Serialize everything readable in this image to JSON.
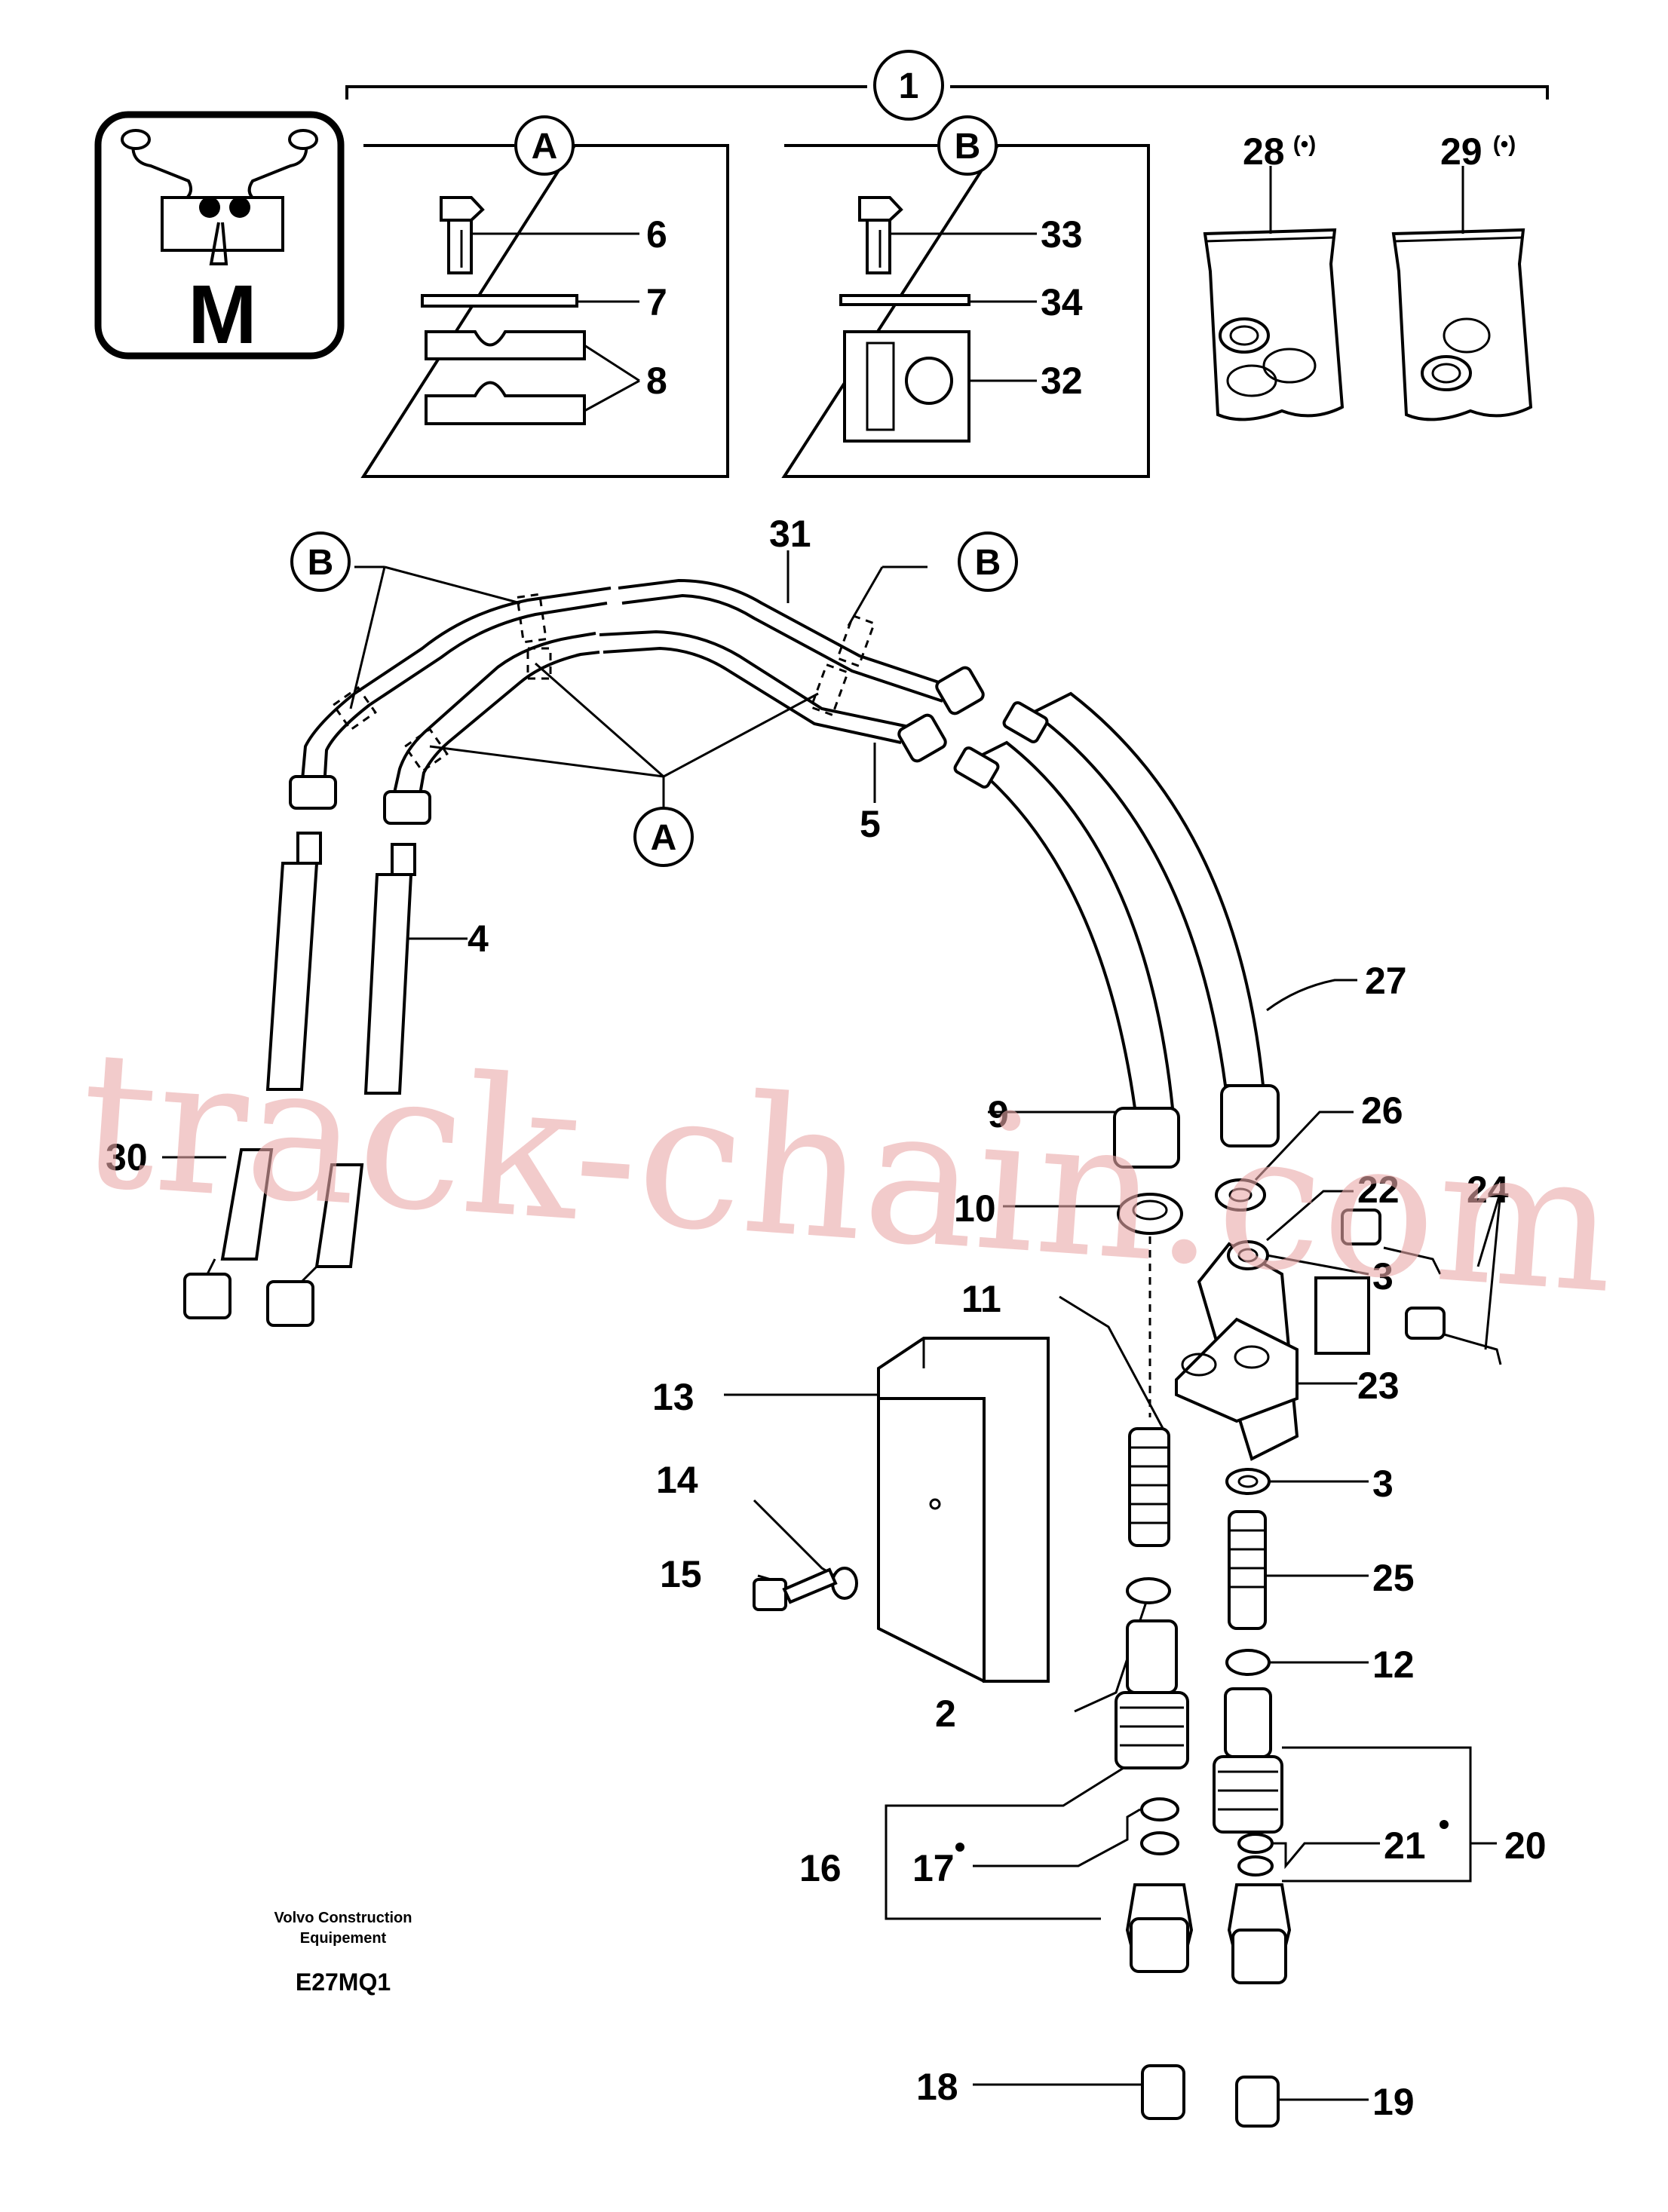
{
  "symbol_letter": "M",
  "group_labels": {
    "one": "1",
    "a": "A",
    "b": "B"
  },
  "callouts": {
    "p2": "2",
    "p3a": "3",
    "p3b": "3",
    "p4": "4",
    "p5": "5",
    "p6": "6",
    "p7": "7",
    "p8": "8",
    "p9": "9",
    "p10": "10",
    "p11": "11",
    "p12": "12",
    "p13": "13",
    "p14": "14",
    "p15": "15",
    "p16": "16",
    "p17": "17",
    "p18": "18",
    "p19": "19",
    "p20": "20",
    "p21": "21",
    "p22": "22",
    "p23": "23",
    "p24": "24",
    "p25": "25",
    "p26": "26",
    "p27": "27",
    "p28": "28",
    "p29": "29",
    "p30": "30",
    "p31": "31",
    "p32": "32",
    "p33": "33",
    "p34": "34"
  },
  "footer": {
    "line1": "Volvo Construction",
    "line2": "Equipement",
    "code": "E27MQ1"
  },
  "watermark": "track-chain.com"
}
